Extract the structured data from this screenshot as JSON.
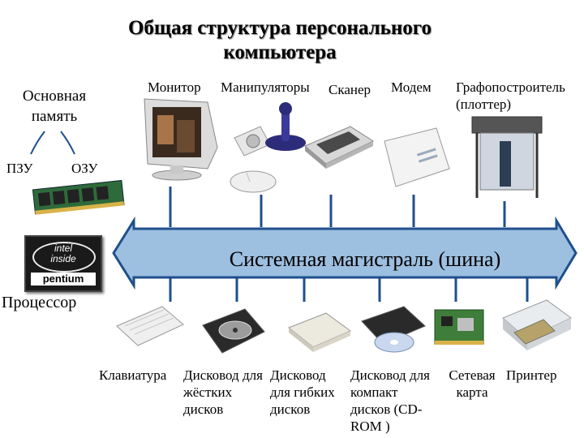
{
  "title": "Общая структура персонального компьютера",
  "memory": {
    "main": "Основная память",
    "rom": "ПЗУ",
    "ram": "ОЗУ"
  },
  "top_devices": {
    "monitor": "Монитор",
    "manipulators": "Манипуляторы",
    "scanner": "Сканер",
    "modem": "Модем",
    "plotter": "Графопостроитель (плоттер)"
  },
  "bus": "Системная магистраль (шина)",
  "processor": {
    "label": "Процессор",
    "chip_line1": "intel",
    "chip_line2": "inside",
    "chip_line3": "pentium"
  },
  "bottom_devices": {
    "keyboard": "Клавиатура",
    "hdd": "Дисковод для жёстких дисков",
    "fdd": "Дисковод для гибких дисков",
    "cdrom": "Дисковод для компакт дисков (CD-ROM )",
    "network": "Сетевая карта",
    "printer": "Принтер"
  },
  "colors": {
    "bus_fill": "#9dbfe0",
    "bus_stroke": "#1f4f8c",
    "line": "#1f4f8c",
    "chip": "#1a1a1a"
  }
}
